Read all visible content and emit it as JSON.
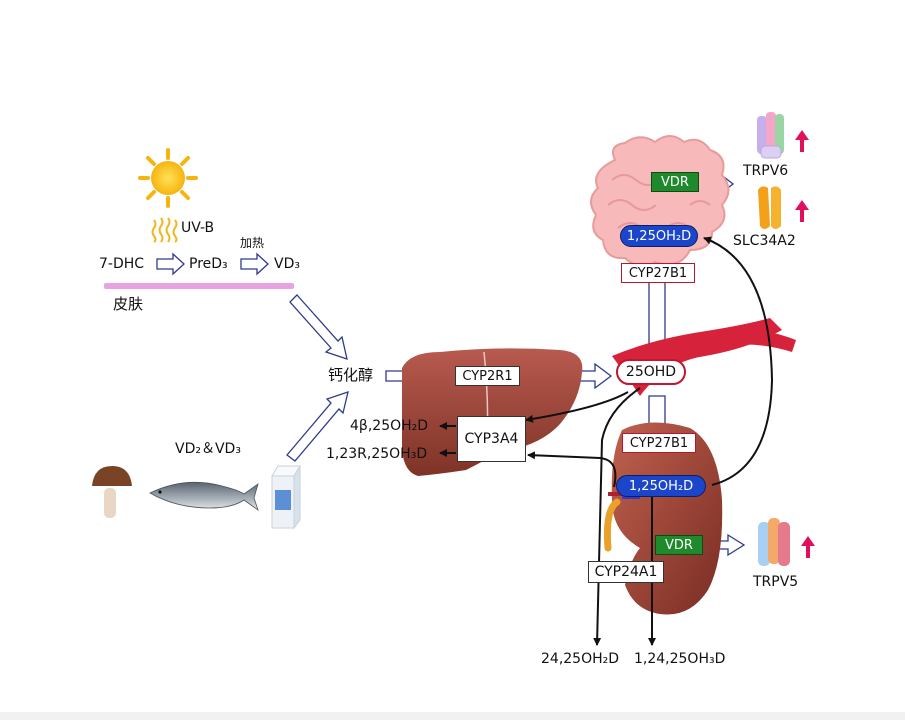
{
  "skin": {
    "uvb_label": "UV-B",
    "heat_label": "加热",
    "dhc_label": "7-DHC",
    "pred3_label": "PreD₃",
    "vd3_label": "VD₃",
    "skin_label": "皮肤"
  },
  "diet": {
    "sources_label": "VD₂＆VD₃",
    "calciferol_label": "钙化醇"
  },
  "liver": {
    "cyp2r1_label": "CYP2R1",
    "cyp3a4_label": "CYP3A4",
    "metabolite_4b": "4β,25OH₂D",
    "metabolite_123r": "1,23R,25OH₃D"
  },
  "circulation": {
    "ohd_label": "25OHD"
  },
  "intestine": {
    "cyp27b1_label": "CYP27B1",
    "calcitriol_label": "1,25OH₂D",
    "vdr_label": "VDR",
    "trpv6_label": "TRPV6",
    "slc34a2_label": "SLC34A2"
  },
  "kidney": {
    "cyp27b1_label": "CYP27B1",
    "calcitriol_label": "1,25OH₂D",
    "vdr_label": "VDR",
    "trpv5_label": "TRPV5",
    "cyp24a1_label": "CYP24A1"
  },
  "outputs": {
    "left_label": "24,25OH₂D",
    "right_label": "1,24,25OH₃D"
  },
  "colors": {
    "arrow_outline": "#2e3a8c",
    "calcitriol_blue": "#1b46c9",
    "vdr_green": "#1e8a2c",
    "up_arrow_magenta": "#e0105e",
    "ohd_red": "#c0162f"
  }
}
